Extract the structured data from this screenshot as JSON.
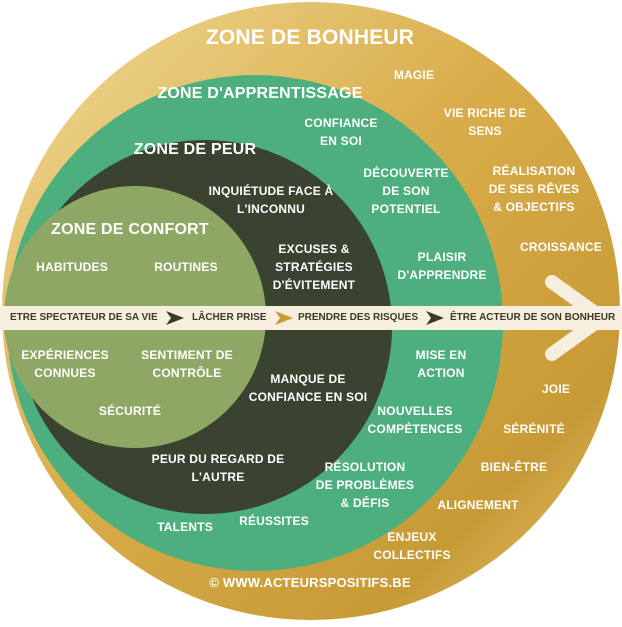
{
  "colors": {
    "gold_light": "#f1dc9a",
    "gold": "#d9ad4a",
    "gold_dark": "#b98a2a",
    "green": "#4caf7d",
    "dark": "#3a4330",
    "olive": "#8fa764",
    "band": "#f6efe0",
    "arrow": "#3b3a24"
  },
  "zones": {
    "bonheur": {
      "title": "ZONE DE BONHEUR",
      "items": [
        "MAGIE",
        "VIE RICHE DE\nSENS",
        "RÉALISATION\nDE SES RÊVES\n& OBJECTIFS",
        "CROISSANCE",
        "JOIE",
        "SÉRÉNITÉ",
        "BIEN-ÊTRE",
        "ALIGNEMENT",
        "ENJEUX\nCOLLECTIFS"
      ]
    },
    "apprentissage": {
      "title": "ZONE D'APPRENTISSAGE",
      "items": [
        "CONFIANCE\nEN SOI",
        "DÉCOUVERTE\nDE SON\nPOTENTIEL",
        "PLAISIR\nD'APPRENDRE",
        "MISE EN\nACTION",
        "NOUVELLES\nCOMPÉTENCES",
        "RÉSOLUTION\nDE PROBLÈMES\n& DÉFIS",
        "RÉUSSITES",
        "TALENTS"
      ]
    },
    "peur": {
      "title": "ZONE DE PEUR",
      "items": [
        "INQUIÉTUDE FACE À\nL'INCONNU",
        "EXCUSES &\nSTRATÉGIES\nD'ÉVITEMENT",
        "MANQUE DE\nCONFIANCE EN SOI",
        "PEUR DU REGARD DE\nL'AUTRE"
      ]
    },
    "confort": {
      "title": "ZONE DE CONFORT",
      "items": [
        "HABITUDES",
        "ROUTINES",
        "EXPÉRIENCES\nCONNUES",
        "SENTIMENT DE\nCONTRÔLE",
        "SÉCURITÉ"
      ]
    }
  },
  "band": {
    "steps": [
      "ETRE SPECTATEUR DE SA VIE",
      "LÂCHER PRISE",
      "PRENDRE DES RISQUES",
      "ÊTRE ACTEUR DE SON BONHEUR"
    ]
  },
  "footer": "© WWW.ACTEURSPOSITIFS.BE"
}
